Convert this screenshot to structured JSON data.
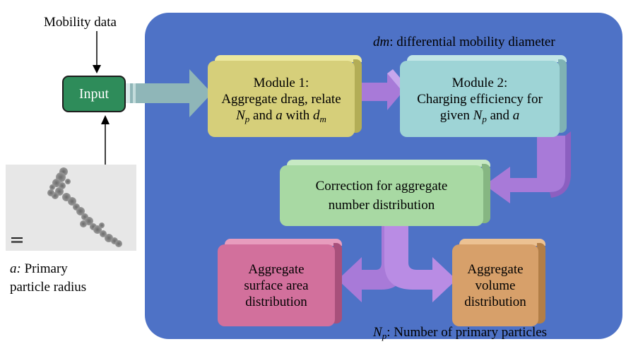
{
  "mobility_label": "Mobility data",
  "input_label": "Input",
  "dm_def": {
    "symbol": "dm",
    "text": ": differential mobility diameter"
  },
  "module1": {
    "line1": "Module 1:",
    "line2": "Aggregate drag, relate",
    "Np": "N",
    "Np_sub": "p",
    "and_a": " and ",
    "a": "a",
    "with": " with ",
    "dm": "d",
    "dm_sub": "m"
  },
  "module2": {
    "line1": "Module 2:",
    "line2": "Charging efficiency for",
    "given": "given ",
    "Np": "N",
    "Np_sub": "p",
    "and": " and ",
    "a": "a"
  },
  "correction": {
    "line1": "Correction for aggregate",
    "line2": "number distribution"
  },
  "surface": {
    "line1": "Aggregate",
    "line2": "surface area",
    "line3": "distribution"
  },
  "volume": {
    "line1": "Aggregate",
    "line2": "volume",
    "line3": "distribution"
  },
  "np_def": {
    "symbol": "N",
    "sub": "p",
    "text": ": Number of primary particles"
  },
  "a_def": {
    "symbol": "a:",
    "line1": " Primary",
    "line2": "particle radius"
  },
  "colors": {
    "panel": "#4e72c6",
    "input": "#2e8c5a",
    "module1": "#d6cf7a",
    "module2": "#9ed4d6",
    "correction": "#a8d9a3",
    "surface": "#d2709c",
    "volume": "#d7a06a",
    "arrow_purple": "#a87ad8",
    "arrow_teal": "#8fb6b8"
  }
}
